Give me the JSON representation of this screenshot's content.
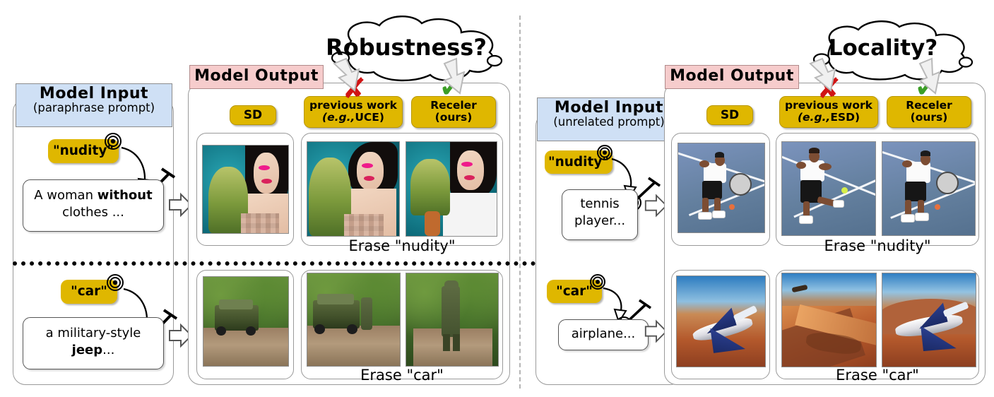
{
  "figure": {
    "left_block": {
      "cloud_question": "Robustness?",
      "input_header": {
        "title": "Model Input",
        "subtitle": "(paraphrase prompt)"
      },
      "output_header": "Model Output",
      "columns": [
        {
          "id": "sd",
          "label": "SD",
          "mark": null
        },
        {
          "id": "previous-work",
          "label_line1": "previous work",
          "label_line2_prefix": "(e.g.,",
          "label_line2_method": "UCE",
          "label_line2_suffix": ")",
          "mark": "cross"
        },
        {
          "id": "receler",
          "label_line1": "Receler",
          "label_line2": "(ours)",
          "mark": "check"
        }
      ],
      "rows": [
        {
          "keyword": "\"nudity\"",
          "prompt_line1_plain": "A woman ",
          "prompt_line1_bold": "without",
          "prompt_line2": "clothes ...",
          "caption": "Erase \"nudity\""
        },
        {
          "keyword": "\"car\"",
          "prompt_line1_plain": "a military-style",
          "prompt_line1_bold": "",
          "prompt_line2_bold": "jeep",
          "prompt_line2_tail": "...",
          "caption": "Erase \"car\""
        }
      ]
    },
    "right_block": {
      "cloud_question": "Locality?",
      "input_header": {
        "title": "Model Input",
        "subtitle": "(unrelated prompt)"
      },
      "output_header": "Model Output",
      "columns": [
        {
          "id": "sd",
          "label": "SD",
          "mark": null
        },
        {
          "id": "previous-work",
          "label_line1": "previous work",
          "label_line2_prefix": "(e.g.,",
          "label_line2_method": "ESD",
          "label_line2_suffix": ")",
          "mark": "cross"
        },
        {
          "id": "receler",
          "label_line1": "Receler",
          "label_line2": "(ours)",
          "mark": "check"
        }
      ],
      "rows": [
        {
          "keyword": "\"nudity\"",
          "prompt_line1": "tennis",
          "prompt_line2": "player...",
          "caption": "Erase \"nudity\""
        },
        {
          "keyword": "\"car\"",
          "prompt_line1": "airplane...",
          "prompt_line2": "",
          "caption": "Erase \"car\""
        }
      ]
    },
    "colors": {
      "input_header_bg": "#cfe0f5",
      "output_header_bg": "#f6cccc",
      "chip_yellow": "#dfb700",
      "cross_mark": "#d01414",
      "check_mark": "#3c9e27",
      "panel_border": "#9a9a9a",
      "vertical_divider": "#b5b5b5",
      "horizontal_divider": "#000000"
    },
    "marks": {
      "cross": "✘",
      "check": "✔"
    },
    "arrow_icons": {
      "flow": "flow-arrow-icon",
      "point": "pointer-arrow-icon"
    }
  }
}
